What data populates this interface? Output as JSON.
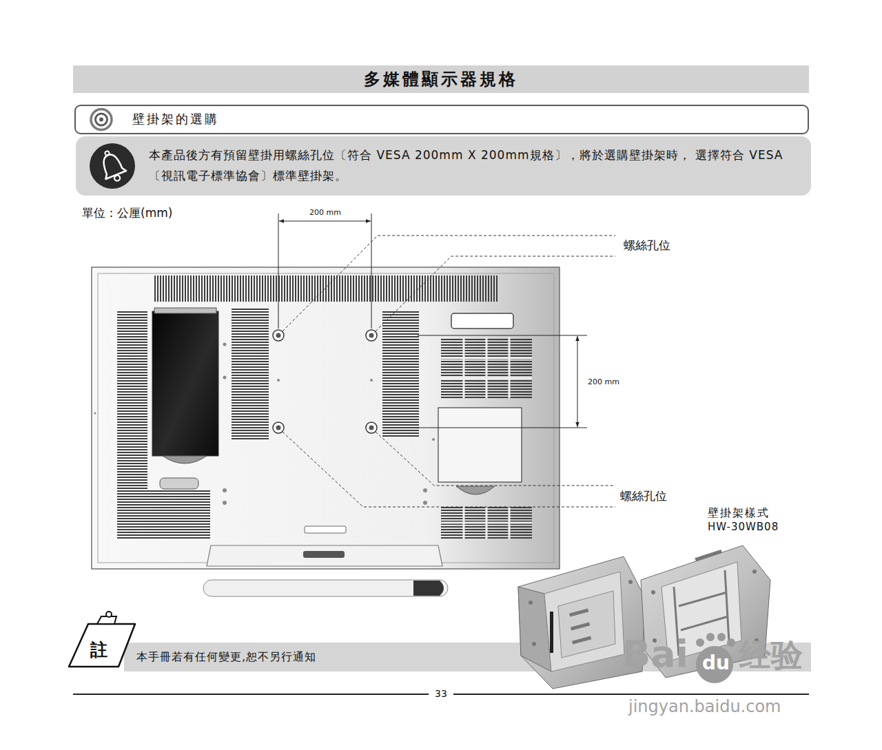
{
  "diagram": {
    "title": "多媒體顯示器規格",
    "nodes": [
      {
        "text": [
          "壁掛架的選購"
        ]
      },
      {
        "text": [
          "本產品後方有預留壁掛用螺絲孔位〔符合 VESA 200mm X 200mm規格〕，將於選購壁掛架時， 選擇符合 VESA〔視訊電子標準協會〕標準壁掛架。"
        ]
      },
      {
        "text": [
          "本手冊若有任何變更,恕不另行通知"
        ]
      }
    ],
    "labels": [
      "單位：公厘(mm)",
      "200 mm",
      "螺絲孔位",
      "200 mm",
      "螺絲孔位",
      "壁掛架樣式",
      "HW-30WB08",
      "註",
      "33",
      "Bai",
      "du",
      "经验",
      "jingyan.baidu.com"
    ]
  }
}
